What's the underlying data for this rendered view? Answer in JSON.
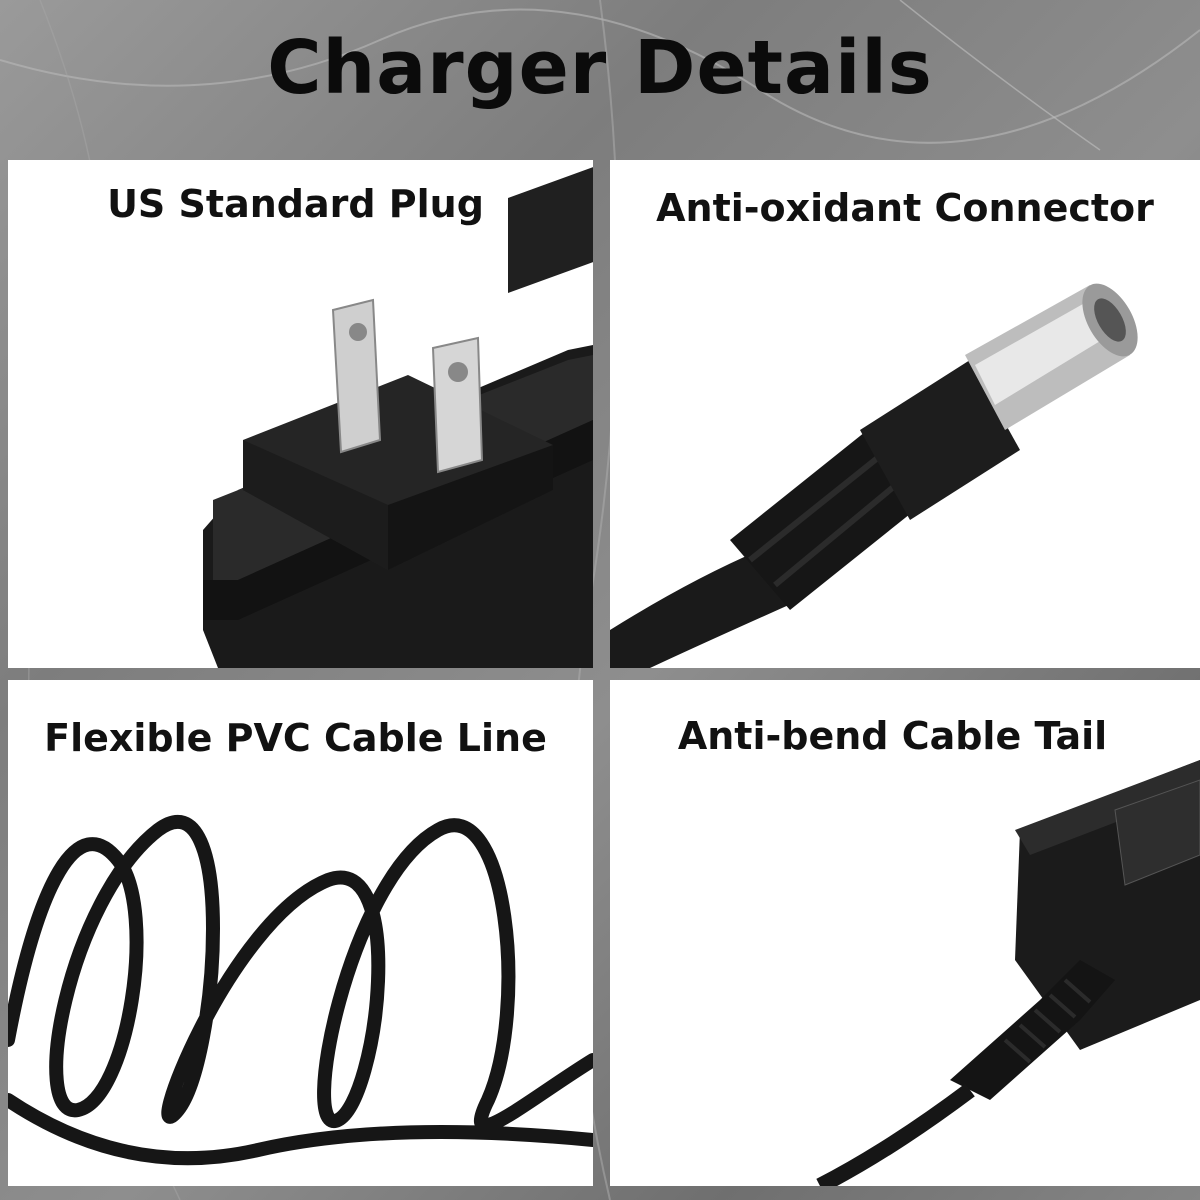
{
  "title": "Charger Details",
  "panels": [
    {
      "label": "US Standard Plug",
      "icon": "us-plug-adapter"
    },
    {
      "label": "Anti-oxidant Connector",
      "icon": "dc-barrel-connector"
    },
    {
      "label": "Flexible PVC Cable Line",
      "icon": "coiled-cable"
    },
    {
      "label": "Anti-bend Cable Tail",
      "icon": "adapter-cable-tail"
    }
  ],
  "colors": {
    "background": "#8a8a8a",
    "panel": "#ffffff",
    "title_text": "#0b0b0b",
    "product_black": "#161616"
  }
}
